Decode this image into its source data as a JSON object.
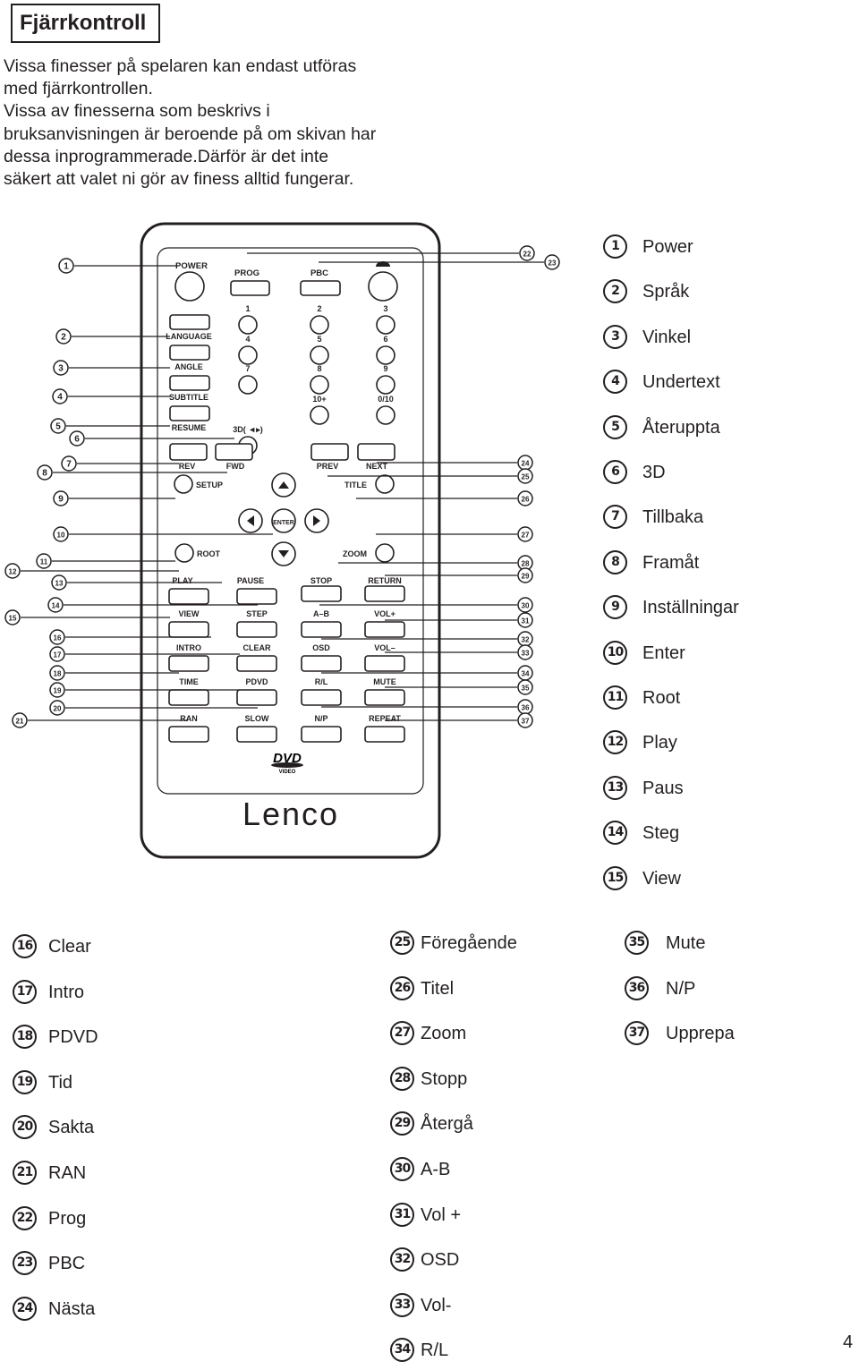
{
  "page": {
    "title": "Fjärrkontroll",
    "intro_lines": [
      "Vissa finesser på spelaren kan endast utföras",
      "med fjärrkontrollen.",
      "Vissa av finesserna som beskrivs i",
      "bruksanvisningen är beroende på om skivan har",
      "dessa inprogrammerade.Därför är det inte",
      "säkert att valet ni gör av finess alltid fungerar."
    ],
    "page_number": "4"
  },
  "remote": {
    "brand": "Lenco",
    "logo_text": "DVD",
    "logo_subtext": "VIDEO",
    "button_labels": {
      "power": "POWER",
      "prog": "PROG",
      "pbc": "PBC",
      "language": "LANGUAGE",
      "angle": "ANGLE",
      "subtitle": "SUBTITLE",
      "resume": "RESUME",
      "n1": "1",
      "n2": "2",
      "n3": "3",
      "n4": "4",
      "n5": "5",
      "n6": "6",
      "n7": "7",
      "n8": "8",
      "n9": "9",
      "n10plus": "10+",
      "n0_10": "0/10",
      "three_d": "3D(  ◄▸)",
      "rev": "REV",
      "fwd": "FWD",
      "prev": "PREV",
      "next": "NEXT",
      "setup": "SETUP",
      "title": "TITLE",
      "enter": "ENTER",
      "root": "ROOT",
      "zoom": "ZOOM",
      "play": "PLAY",
      "pause": "PAUSE",
      "stop": "STOP",
      "return": "RETURN",
      "view": "VIEW",
      "step": "STEP",
      "ab": "A–B",
      "volplus": "VOL+",
      "intro": "INTRO",
      "clear": "CLEAR",
      "osd": "OSD",
      "volminus": "VOL–",
      "time": "TIME",
      "pdvd": "PDVD",
      "rl": "R/L",
      "mute": "MUTE",
      "ran": "RAN",
      "slow": "SLOW",
      "np": "N/P",
      "repeat": "REPEAT"
    },
    "callout_numbers": [
      "1",
      "2",
      "3",
      "4",
      "5",
      "6",
      "7",
      "8",
      "9",
      "10",
      "11",
      "12",
      "13",
      "14",
      "15",
      "16",
      "17",
      "18",
      "19",
      "20",
      "21",
      "22",
      "23",
      "24",
      "25",
      "26",
      "27",
      "28",
      "29",
      "30",
      "31",
      "32",
      "33",
      "34",
      "35",
      "36",
      "37"
    ]
  },
  "legend": [
    {
      "num": "1",
      "label": "Power"
    },
    {
      "num": "2",
      "label": "Språk"
    },
    {
      "num": "3",
      "label": "Vinkel"
    },
    {
      "num": "4",
      "label": "Undertext"
    },
    {
      "num": "5",
      "label": "Återuppta"
    },
    {
      "num": "6",
      "label": "3D"
    },
    {
      "num": "7",
      "label": "Tillbaka"
    },
    {
      "num": "8",
      "label": "Framåt"
    },
    {
      "num": "9",
      "label": "Inställningar"
    },
    {
      "num": "10",
      "label": "Enter"
    },
    {
      "num": "11",
      "label": "Root"
    },
    {
      "num": "12",
      "label": "Play"
    },
    {
      "num": "13",
      "label": "Paus"
    },
    {
      "num": "14",
      "label": "Steg"
    },
    {
      "num": "15",
      "label": "View"
    },
    {
      "num": "16",
      "label": "Clear"
    },
    {
      "num": "17",
      "label": "Intro"
    },
    {
      "num": "18",
      "label": "PDVD"
    },
    {
      "num": "19",
      "label": "Tid"
    },
    {
      "num": "20",
      "label": "Sakta"
    },
    {
      "num": "21",
      "label": "RAN"
    },
    {
      "num": "22",
      "label": "Prog"
    },
    {
      "num": "23",
      "label": "PBC"
    },
    {
      "num": "24",
      "label": "Nästa"
    },
    {
      "num": "25",
      "label": "Föregående"
    },
    {
      "num": "26",
      "label": "Titel"
    },
    {
      "num": "27",
      "label": "Zoom"
    },
    {
      "num": "28",
      "label": "Stopp"
    },
    {
      "num": "29",
      "label": "Återgå"
    },
    {
      "num": "30",
      "label": "A-B"
    },
    {
      "num": "31",
      "label": "Vol +"
    },
    {
      "num": "32",
      "label": "OSD"
    },
    {
      "num": "33",
      "label": "Vol-"
    },
    {
      "num": "34",
      "label": "R/L"
    },
    {
      "num": "35",
      "label": "Mute"
    },
    {
      "num": "36",
      "label": "N/P"
    },
    {
      "num": "37",
      "label": "Upprepa"
    }
  ]
}
